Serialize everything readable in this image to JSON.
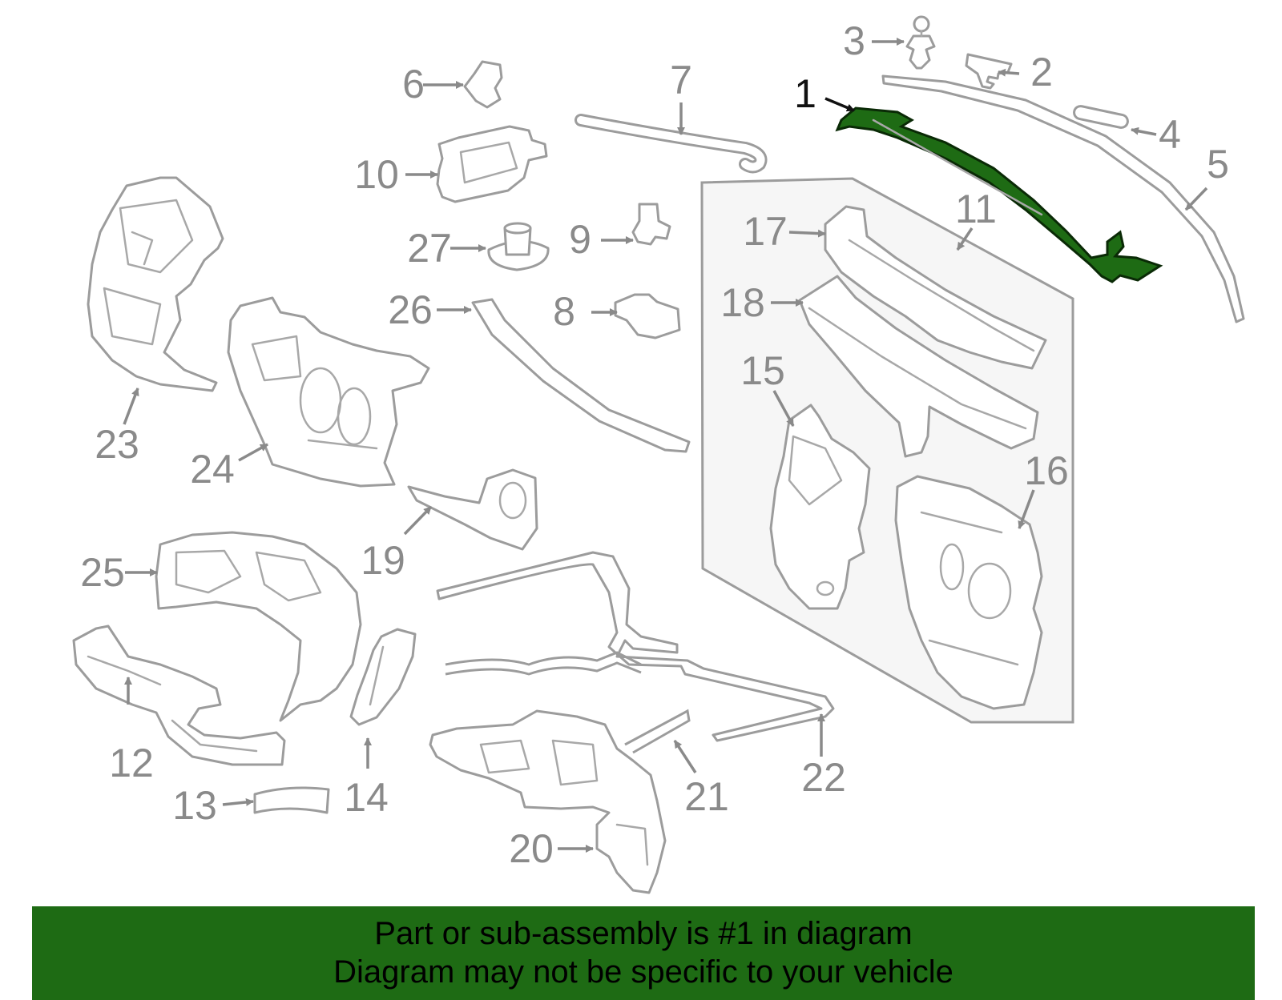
{
  "diagram": {
    "highlight_color": "#1e6b14",
    "highlighted_part": "1",
    "labels": [
      "1",
      "2",
      "3",
      "4",
      "5",
      "6",
      "7",
      "8",
      "9",
      "10",
      "11",
      "12",
      "13",
      "14",
      "15",
      "16",
      "17",
      "18",
      "19",
      "20",
      "21",
      "22",
      "23",
      "24",
      "25",
      "26",
      "27"
    ]
  },
  "banner": {
    "line1": "Part or sub-assembly is #1 in diagram",
    "line2": "Diagram may not be specific to your vehicle",
    "background": "#1e6b14"
  }
}
